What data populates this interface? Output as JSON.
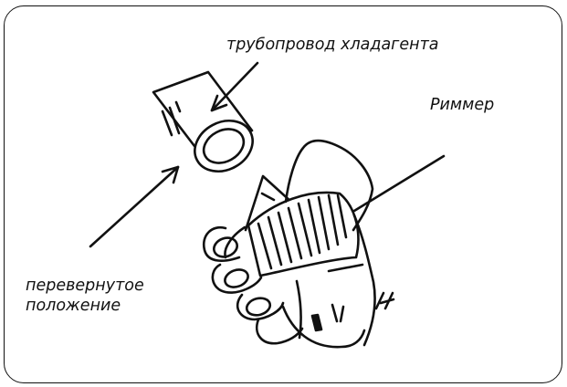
{
  "labels": {
    "refrigerant_pipe": "трубопровод хладагента",
    "reamer": "Риммер",
    "inverted_position_line1": "перевернутое",
    "inverted_position_line2": "положение"
  },
  "icons": [
    "pipe-icon",
    "hand-with-reamer-icon"
  ],
  "colors": {
    "line": "#111111",
    "background": "#ffffff"
  }
}
